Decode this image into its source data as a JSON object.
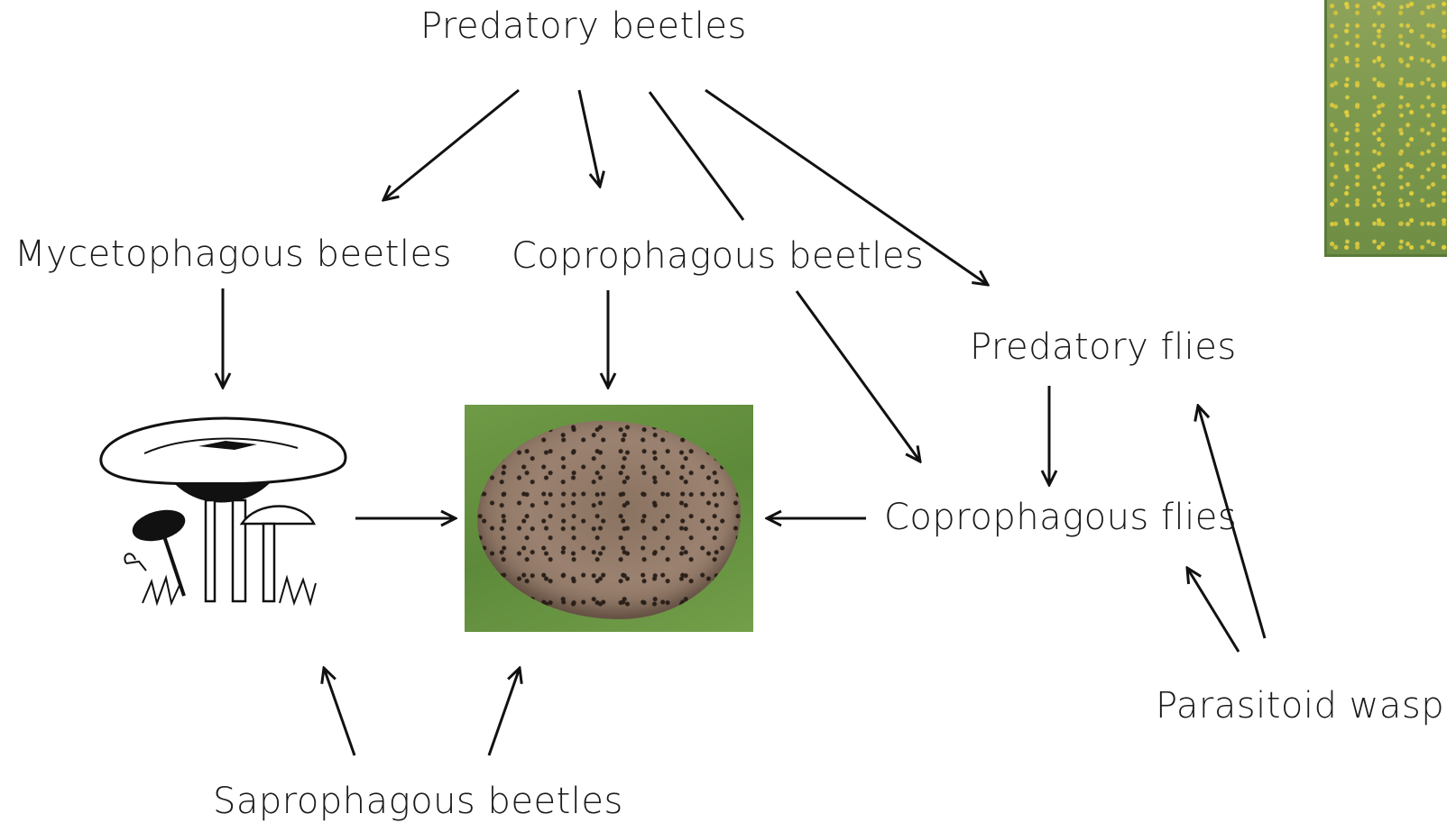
{
  "diagram": {
    "nodes": {
      "predatory_beetles": "Predatory beetles",
      "mycetophagous_beetles": "Mycetophagous beetles",
      "coprophagous_beetles": "Coprophagous beetles",
      "predatory_flies": "Predatory flies",
      "coprophagous_flies": "Coprophagous flies",
      "parasitoid_wasps": "Parasitoid wasps",
      "saprophagous_beetles": "Saprophagous beetles"
    },
    "images": {
      "mushroom": "mushroom-illustration-icon",
      "dung": "dung-pat-photo",
      "meadow": "grass-meadow-photo"
    },
    "colors": {
      "arrow": "#111111",
      "text": "#1a1a1a"
    }
  }
}
